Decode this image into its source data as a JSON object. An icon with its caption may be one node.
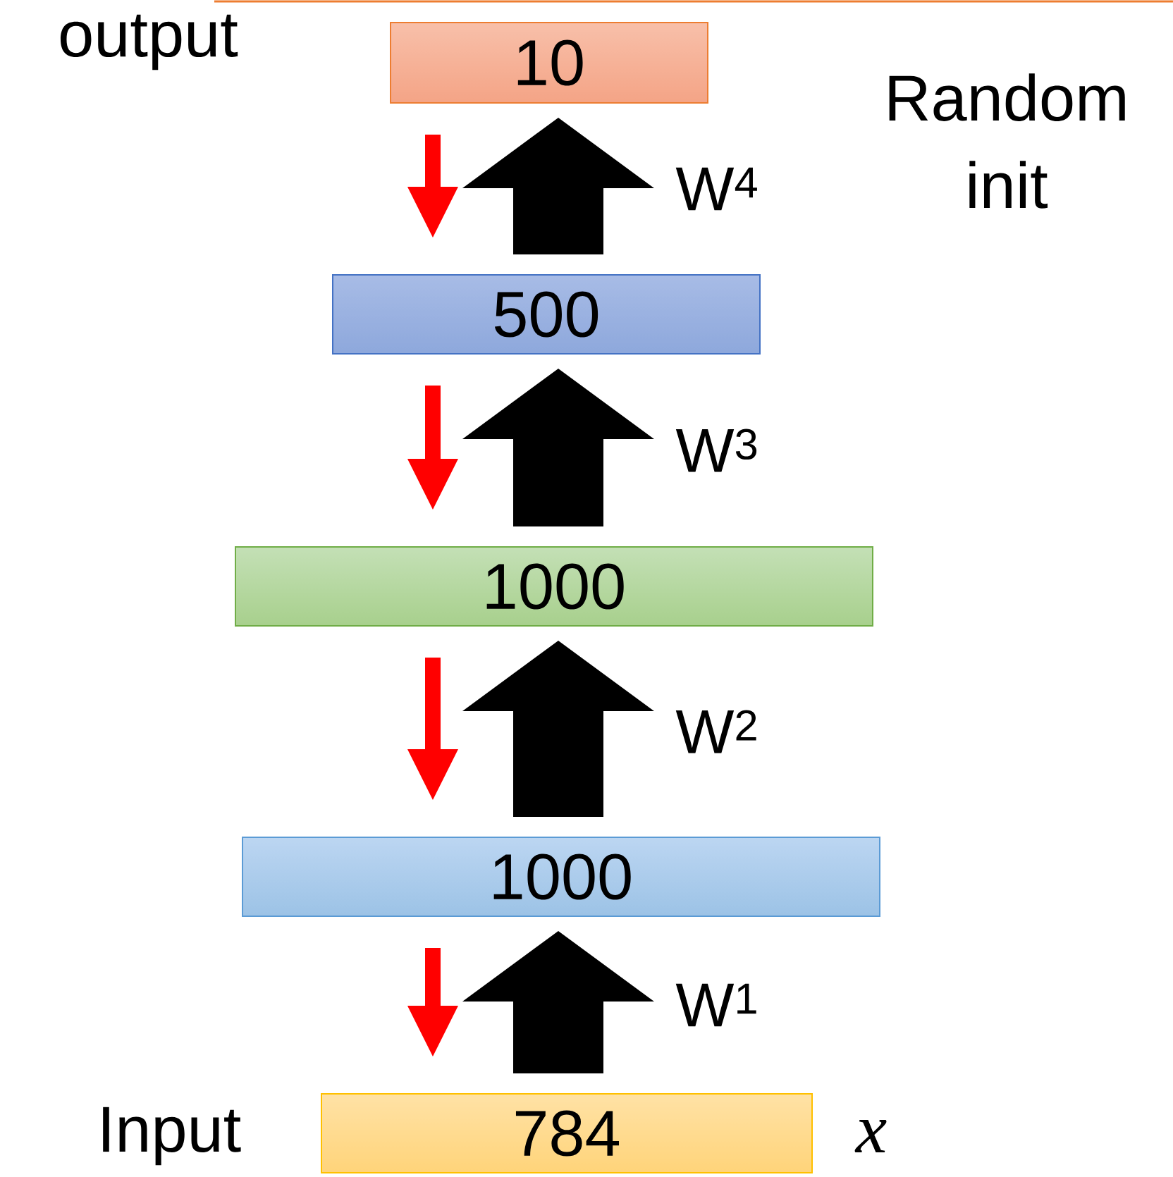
{
  "diagram": {
    "nodes": [
      {
        "text": [
          "10"
        ],
        "beside": [
          "output"
        ]
      },
      {
        "text": [
          "500"
        ]
      },
      {
        "text": [
          "1000"
        ]
      },
      {
        "text": [
          "1000"
        ]
      },
      {
        "text": [
          "784"
        ],
        "beside": [
          "Input",
          "x"
        ]
      }
    ],
    "edges": [
      {
        "from": 1,
        "to": 0,
        "arrow": "to",
        "style": "thick",
        "label": "W$^{4}$"
      },
      {
        "from": 0,
        "to": 1,
        "arrow": "to",
        "color": "#ff0000"
      },
      {
        "from": 2,
        "to": 1,
        "arrow": "to",
        "style": "thick",
        "label": "W$^{3}$"
      },
      {
        "from": 1,
        "to": 2,
        "arrow": "to",
        "color": "#ff0000"
      },
      {
        "from": 3,
        "to": 2,
        "arrow": "to",
        "style": "thick",
        "label": "W$^{2}$"
      },
      {
        "from": 2,
        "to": 3,
        "arrow": "to",
        "color": "#ff0000"
      },
      {
        "from": 4,
        "to": 3,
        "arrow": "to",
        "style": "thick",
        "label": "W$^{1}$"
      },
      {
        "from": 3,
        "to": 4,
        "arrow": "to",
        "color": "#ff0000"
      }
    ],
    "labels": [
      "Random init"
    ]
  }
}
